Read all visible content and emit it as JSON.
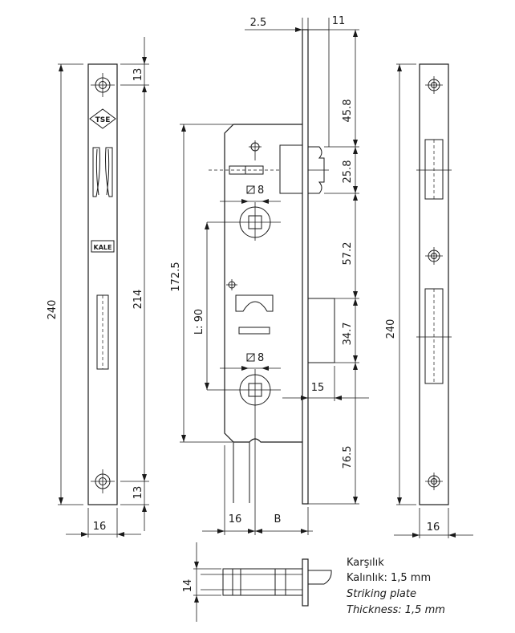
{
  "dimensions": {
    "faceplate_left_length": "240",
    "faceplate_left_hole_spacing": "214",
    "faceplate_left_top_offset": "13",
    "faceplate_left_bottom_offset": "13",
    "faceplate_left_width": "16",
    "top_offset_2_5": "2.5",
    "top_faceplate_11": "11",
    "body_height": "172.5",
    "spindle_distance": "L: 90",
    "square_top": "8",
    "square_bottom": "8",
    "latch_offset": "45.8",
    "latch_height": "25.8",
    "latch_to_bolt": "57.2",
    "bolt_height": "34.7",
    "bolt_throw": "15",
    "bottom_offset": "76.5",
    "backset_16": "16",
    "backset_b": "B",
    "strike_length": "240",
    "strike_width": "16",
    "bottom_view_height": "14"
  },
  "logos": {
    "tse": "TSE",
    "kale": "KALE"
  },
  "notes": {
    "tr_title": "Karşılık",
    "tr_thickness": "Kalınlık: 1,5 mm",
    "en_title": "Striking plate",
    "en_thickness": "Thickness: 1,5 mm"
  }
}
